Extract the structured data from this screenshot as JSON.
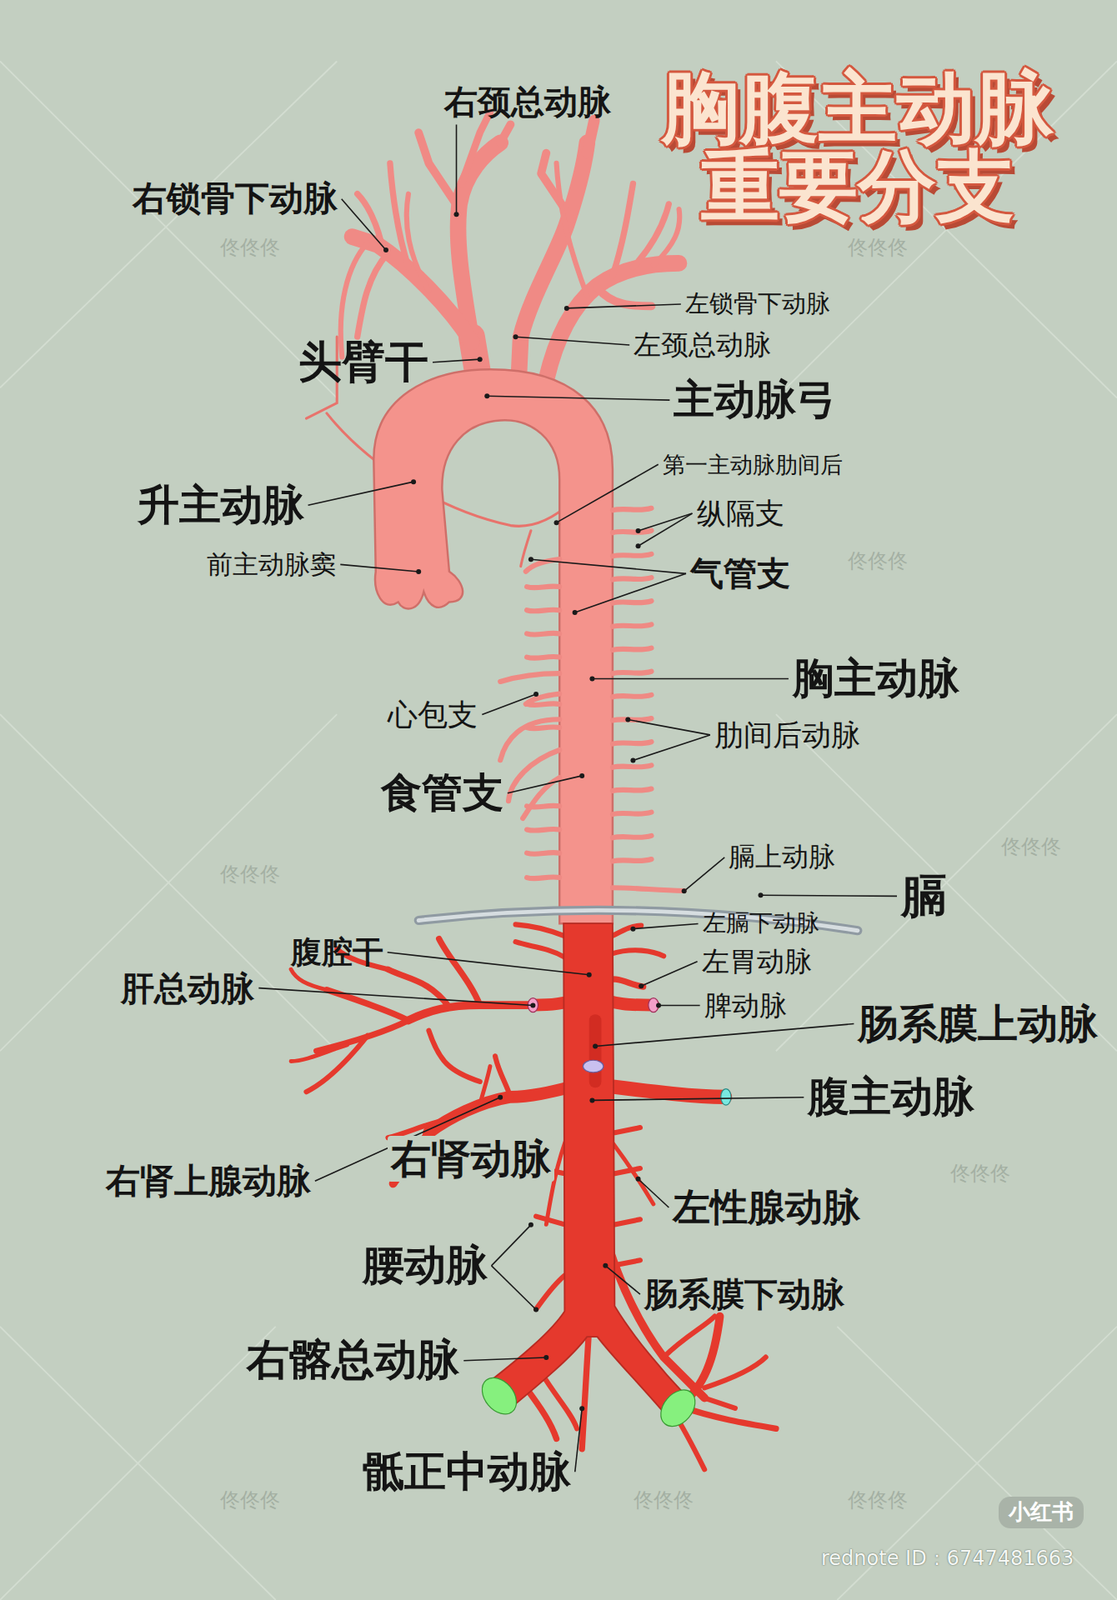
{
  "diagram": {
    "title": "胸腹主动脉 重要分支",
    "labels": [
      "右颈总动脉",
      "右锁骨下动脉",
      "左锁骨下动脉",
      "左颈总动脉",
      "头臂干",
      "主动脉弓",
      "第一主动脉肋间后",
      "纵隔支",
      "升主动脉",
      "前主动脉窦",
      "气管支",
      "胸主动脉",
      "心包支",
      "肋间后动脉",
      "食管支",
      "膈上动脉",
      "膈",
      "左膈下动脉",
      "腹腔干",
      "左胃动脉",
      "肝总动脉",
      "脾动脉",
      "肠系膜上动脉",
      "腹主动脉",
      "右肾动脉",
      "右肾上腺动脉",
      "左性腺动脉",
      "腰动脉",
      "肠系膜下动脉",
      "右髂总动脉",
      "骶正中动脉",
      "佟佟佟",
      "佟佟佟",
      "佟佟佟",
      "佟佟佟",
      "佟佟佟",
      "佟佟佟",
      "佟佟佟",
      "佟佟佟",
      "佟佟佟",
      "小红书",
      "rednote ID：6747481663"
    ]
  }
}
